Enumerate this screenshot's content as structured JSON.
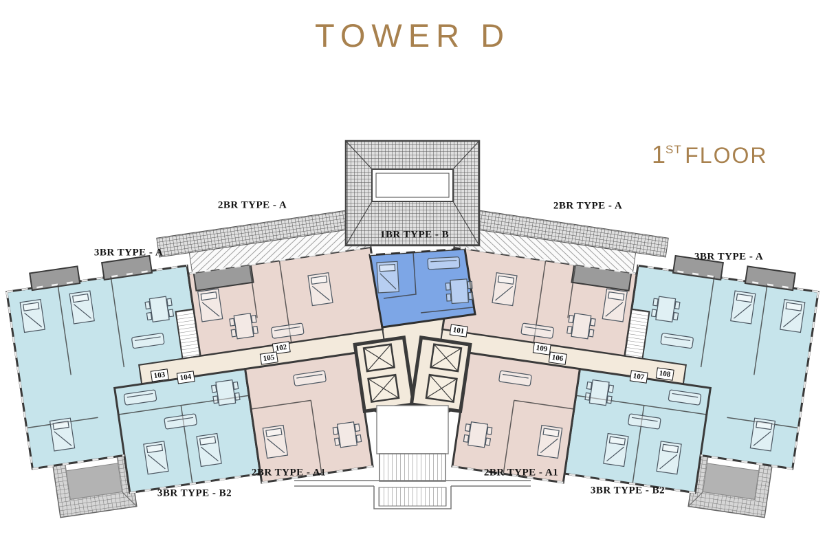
{
  "header": {
    "title": "TOWER D",
    "floor": {
      "number": "1",
      "ordinal": "ST",
      "word": "FLOOR"
    }
  },
  "plan": {
    "unit_type_labels": {
      "left_3br_a": "3BR TYPE - A",
      "left_2br_a": "2BR TYPE - A",
      "center_1br_b": "1BR TYPE - B",
      "right_2br_a": "2BR TYPE - A",
      "right_3br_a": "3BR TYPE - A",
      "left_3br_b2": "3BR TYPE - B2",
      "left_2br_a1": "2BR TYPE - A1",
      "right_2br_a1": "2BR TYPE - A1",
      "right_3br_b2": "3BR TYPE - B2"
    },
    "unit_numbers": {
      "u101": "101",
      "u102": "102",
      "u103": "103",
      "u104": "104",
      "u105": "105",
      "u106": "106",
      "u107": "107",
      "u108": "108",
      "u109": "109"
    },
    "colors": {
      "accent_gold": "#A8814E",
      "label_ink": "#141414",
      "wall_dark": "#3A3A3A",
      "unit_pink": "#EAD7D0",
      "unit_light_blue": "#C6E4EB",
      "unit_blue_1br": "#7DA6E6",
      "corridor_cream": "#F3EADC",
      "balcony_gray": "#9B9B9B",
      "roof_hatch_gray": "#5A5A5A"
    }
  }
}
